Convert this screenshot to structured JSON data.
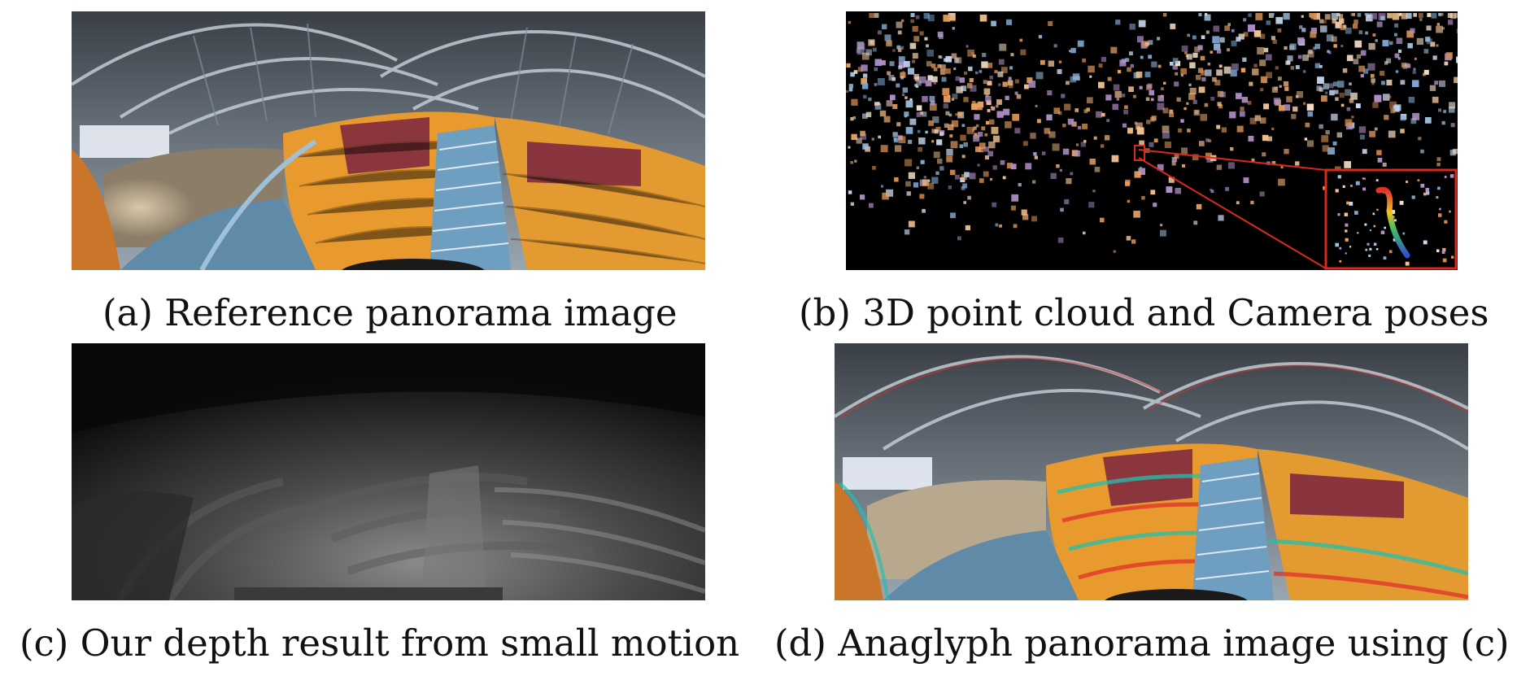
{
  "figure": {
    "panels": [
      {
        "id": "a",
        "caption": "(a) Reference panorama image"
      },
      {
        "id": "b",
        "caption": "(b) 3D point cloud and Camera poses"
      },
      {
        "id": "c",
        "caption": "(c) Our depth result from small motion"
      },
      {
        "id": "d",
        "caption": "(d) Anaglyph panorama image using (c)"
      }
    ]
  },
  "colors": {
    "seat_orange": "#e89a2e",
    "seat_maroon": "#7a2340",
    "stair_blue": "#6f9fc0",
    "inset_border": "#d9281e",
    "anaglyph_red": "#e0302a",
    "anaglyph_cyan": "#20c0b0"
  }
}
